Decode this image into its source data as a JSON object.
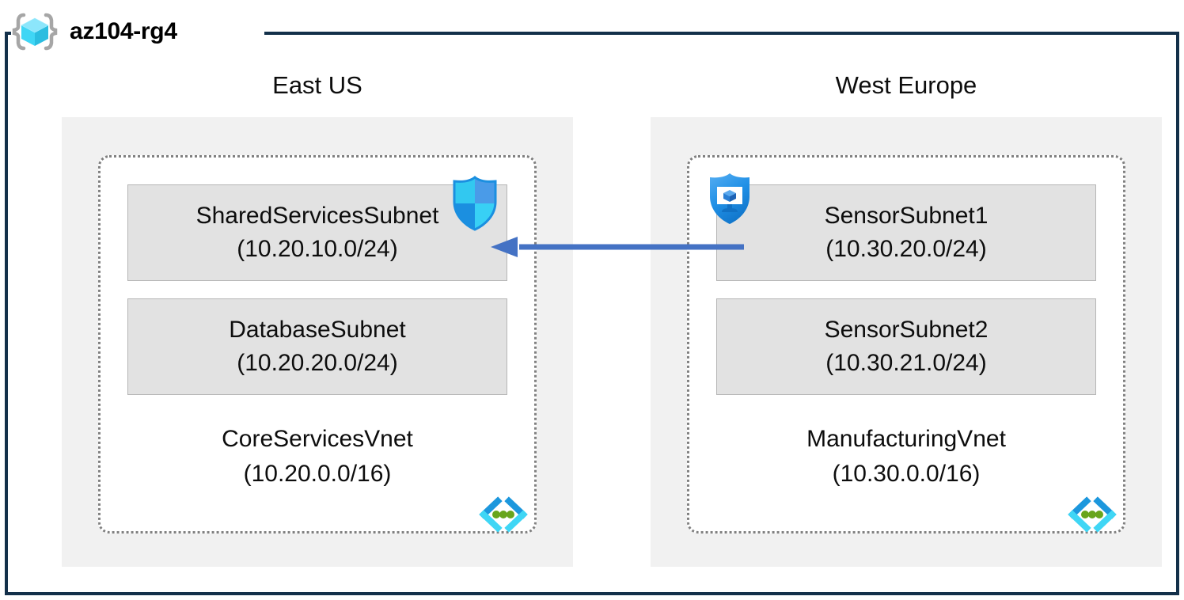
{
  "resource_group": {
    "name": "az104-rg4",
    "icon": "resource-group-cube-icon"
  },
  "regions": [
    {
      "label": "East US",
      "vnet": {
        "name": "CoreServicesVnet",
        "cidr": "(10.20.0.0/16)",
        "icon": "virtual-network-icon",
        "subnets": [
          {
            "name": "SharedServicesSubnet",
            "cidr": "(10.20.10.0/24)"
          },
          {
            "name": "DatabaseSubnet",
            "cidr": "(10.20.20.0/24)"
          }
        ]
      }
    },
    {
      "label": "West Europe",
      "vnet": {
        "name": "ManufacturingVnet",
        "cidr": "(10.30.0.0/16)",
        "icon": "virtual-network-icon",
        "subnets": [
          {
            "name": "SensorSubnet1",
            "cidr": "(10.30.20.0/24)"
          },
          {
            "name": "SensorSubnet2",
            "cidr": "(10.30.21.0/24)"
          }
        ]
      }
    }
  ],
  "security_icons": [
    {
      "id": "nsg",
      "icon": "network-security-group-shield-icon"
    },
    {
      "id": "asg",
      "icon": "application-security-group-shield-icon"
    }
  ],
  "connection": {
    "icon": "arrow-left-icon",
    "direction": "right-to-left",
    "from": "SensorSubnet1",
    "to": "SharedServicesSubnet"
  },
  "colors": {
    "frame_border": "#13304A",
    "region_fill": "#F1F1F1",
    "vnet_border": "#808080",
    "subnet_fill": "#E2E2E2",
    "subnet_border": "#B6B6B6",
    "arrow": "#4472C4",
    "azure_cyan": "#32C8F0",
    "azure_blue": "#1B8FE0",
    "vnet_icon_green": "#68A51C"
  }
}
